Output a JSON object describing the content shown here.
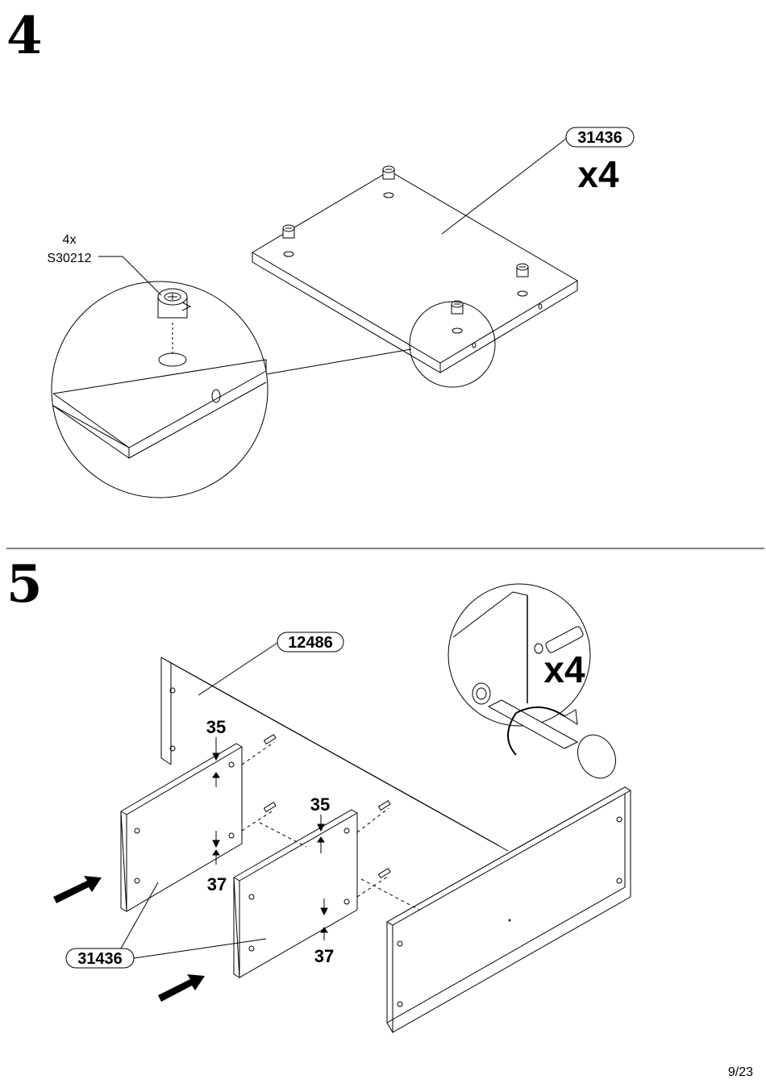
{
  "step4": {
    "number": "4",
    "part_label": "31436",
    "quantity": "x4",
    "hardware_qty": "4x",
    "hardware_code": "S30212"
  },
  "step5": {
    "number": "5",
    "part_back": "12486",
    "part_shelf": "31436",
    "quantity": "x4",
    "dim_top_left": "35",
    "dim_bottom_left": "37",
    "dim_top_right": "35",
    "dim_bottom_right": "37"
  },
  "footer": {
    "page_number": "9/23"
  },
  "colors": {
    "ink": "#000000",
    "paper": "#ffffff"
  }
}
